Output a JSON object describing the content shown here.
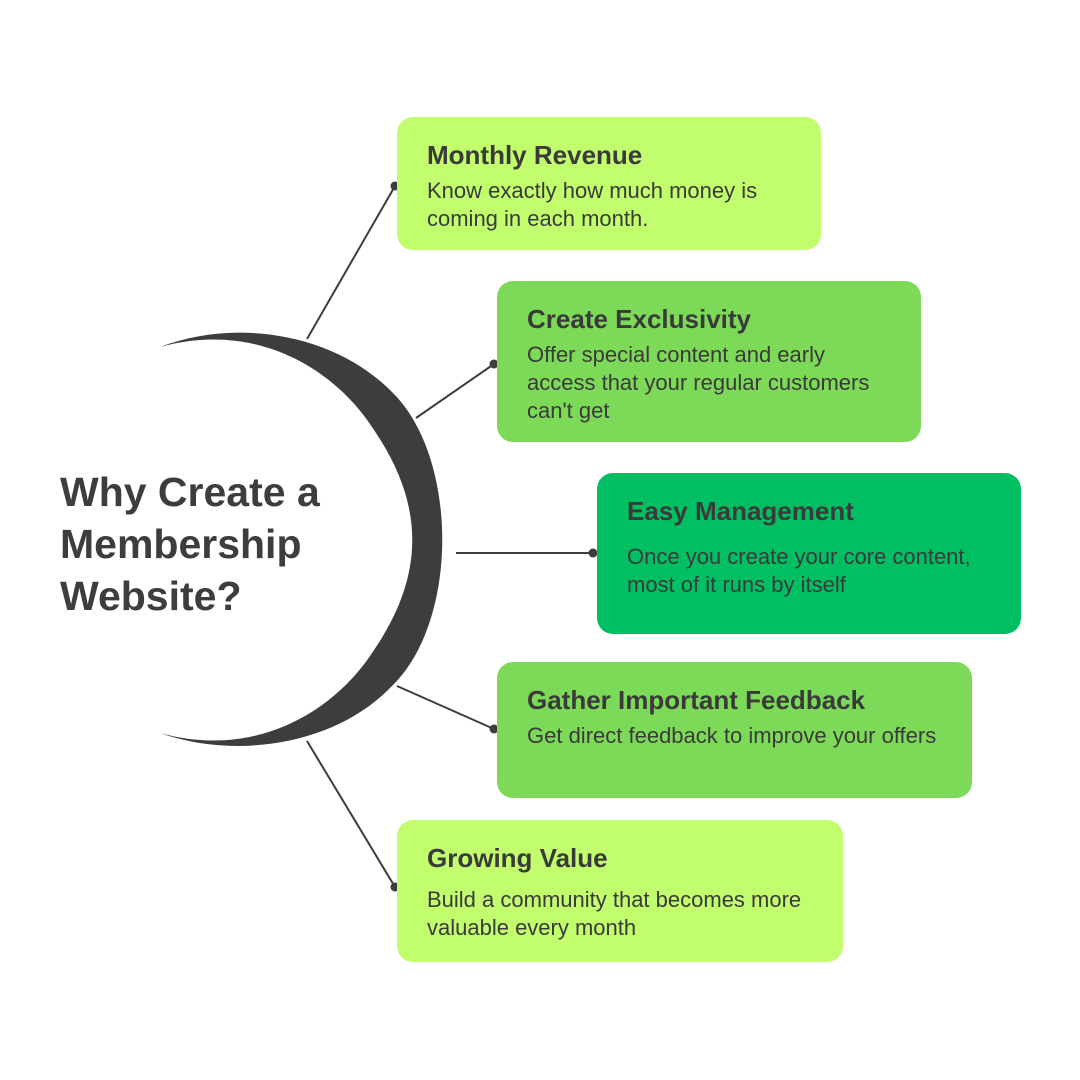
{
  "title": "Why Create a Membership Website?",
  "colors": {
    "light_green": "#c2fd6e",
    "mid_green": "#7dda58",
    "dark_green": "#00bf63",
    "crescent": "#3d3d3d",
    "connector": "#3d3d3d"
  },
  "cards": [
    {
      "title": "Monthly Revenue",
      "desc": "Know exactly how much money is coming in each month.",
      "color": "#c2fd6e"
    },
    {
      "title": "Create Exclusivity",
      "desc": "Offer special content and early access that your regular customers can't get",
      "color": "#7dda58"
    },
    {
      "title": "Easy Management",
      "desc": "Once you create your core content, most of it runs by itself",
      "color": "#00bf63"
    },
    {
      "title": "Gather Important Feedback",
      "desc": "Get direct feedback to improve your offers",
      "color": "#7dda58"
    },
    {
      "title": "Growing Value",
      "desc": "Build a community that becomes more valuable every month",
      "color": "#c2fd6e"
    }
  ]
}
